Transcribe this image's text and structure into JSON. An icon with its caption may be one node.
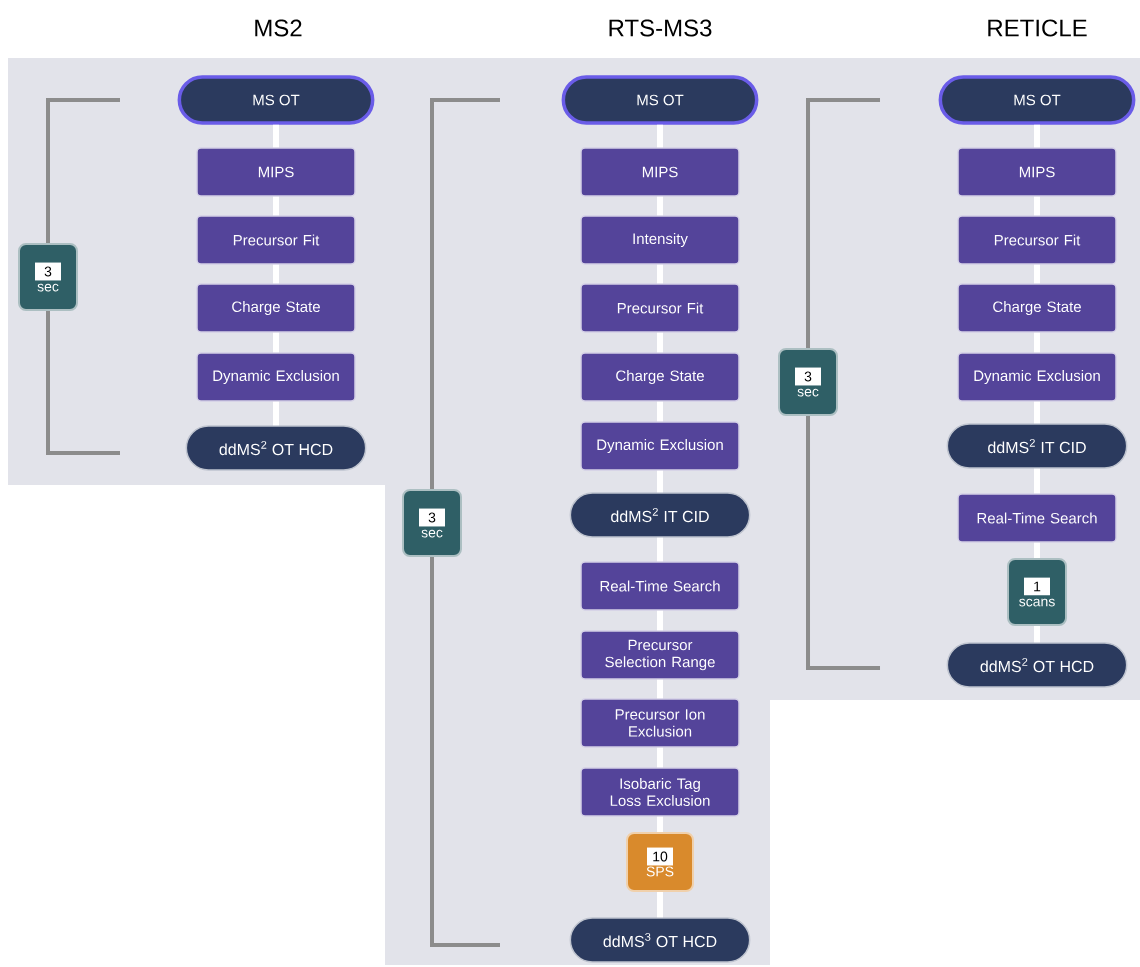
{
  "diagram": {
    "nodes": [
      {
        "text": [
          "MS OT"
        ]
      },
      {
        "text": [
          "MIPS"
        ]
      },
      {
        "text": [
          "Precursor Fit"
        ]
      },
      {
        "text": [
          "Charge State"
        ]
      },
      {
        "text": [
          "Dynamic Exclusion"
        ]
      },
      {
        "text": [
          "ddMS$^{2}$ OT HCD"
        ]
      },
      {
        "text": [
          "3",
          "sec"
        ]
      },
      {
        "text": [
          "MS OT"
        ]
      },
      {
        "text": [
          "MIPS"
        ]
      },
      {
        "text": [
          "Intensity"
        ]
      },
      {
        "text": [
          "Precursor Fit"
        ]
      },
      {
        "text": [
          "Charge State"
        ]
      },
      {
        "text": [
          "Dynamic Exclusion"
        ]
      },
      {
        "text": [
          "ddMS$^{2}$ IT CID"
        ]
      },
      {
        "text": [
          "Real-Time Search"
        ]
      },
      {
        "text": [
          "Precursor Selection Range"
        ]
      },
      {
        "text": [
          "Precursor Ion Exclusion"
        ]
      },
      {
        "text": [
          "Isobaric Tag Loss Exclusion"
        ]
      },
      {
        "text": [
          "10",
          "SPS"
        ]
      },
      {
        "text": [
          "ddMS$^{3}$ OT HCD"
        ]
      },
      {
        "text": [
          "3",
          "sec"
        ]
      },
      {
        "text": [
          "MS OT"
        ]
      },
      {
        "text": [
          "MIPS"
        ]
      },
      {
        "text": [
          "Precursor Fit"
        ]
      },
      {
        "text": [
          "Charge State"
        ]
      },
      {
        "text": [
          "Dynamic Exclusion"
        ]
      },
      {
        "text": [
          "ddMS$^{2}$ IT CID"
        ]
      },
      {
        "text": [
          "Real-Time Search"
        ]
      },
      {
        "text": [
          "1",
          "scans"
        ]
      },
      {
        "text": [
          "ddMS$^{2}$ OT HCD"
        ]
      },
      {
        "text": [
          "3",
          "sec"
        ]
      }
    ],
    "edges": [
      {
        "from": 0,
        "to": 1,
        "arrow": "none"
      },
      {
        "from": 1,
        "to": 2,
        "arrow": "none"
      },
      {
        "from": 2,
        "to": 3,
        "arrow": "none"
      },
      {
        "from": 3,
        "to": 4,
        "arrow": "none"
      },
      {
        "from": 4,
        "to": 5,
        "arrow": "none"
      },
      {
        "from": 7,
        "to": 8,
        "arrow": "none"
      },
      {
        "from": 8,
        "to": 9,
        "arrow": "none"
      },
      {
        "from": 9,
        "to": 10,
        "arrow": "none"
      },
      {
        "from": 10,
        "to": 11,
        "arrow": "none"
      },
      {
        "from": 11,
        "to": 12,
        "arrow": "none"
      },
      {
        "from": 12,
        "to": 13,
        "arrow": "none"
      },
      {
        "from": 13,
        "to": 14,
        "arrow": "none"
      },
      {
        "from": 14,
        "to": 15,
        "arrow": "none"
      },
      {
        "from": 15,
        "to": 16,
        "arrow": "none"
      },
      {
        "from": 16,
        "to": 17,
        "arrow": "none"
      },
      {
        "from": 17,
        "to": 18,
        "arrow": "none"
      },
      {
        "from": 18,
        "to": 19,
        "arrow": "none"
      },
      {
        "from": 21,
        "to": 22,
        "arrow": "none"
      },
      {
        "from": 22,
        "to": 23,
        "arrow": "none"
      },
      {
        "from": 23,
        "to": 24,
        "arrow": "none"
      },
      {
        "from": 24,
        "to": 25,
        "arrow": "none"
      },
      {
        "from": 25,
        "to": 26,
        "arrow": "none"
      },
      {
        "from": 26,
        "to": 27,
        "arrow": "none"
      },
      {
        "from": 27,
        "to": 28,
        "arrow": "none"
      },
      {
        "from": 28,
        "to": 29,
        "arrow": "none"
      }
    ],
    "labels": [
      "MS2",
      "RTS-MS3",
      "RETICLE"
    ]
  }
}
